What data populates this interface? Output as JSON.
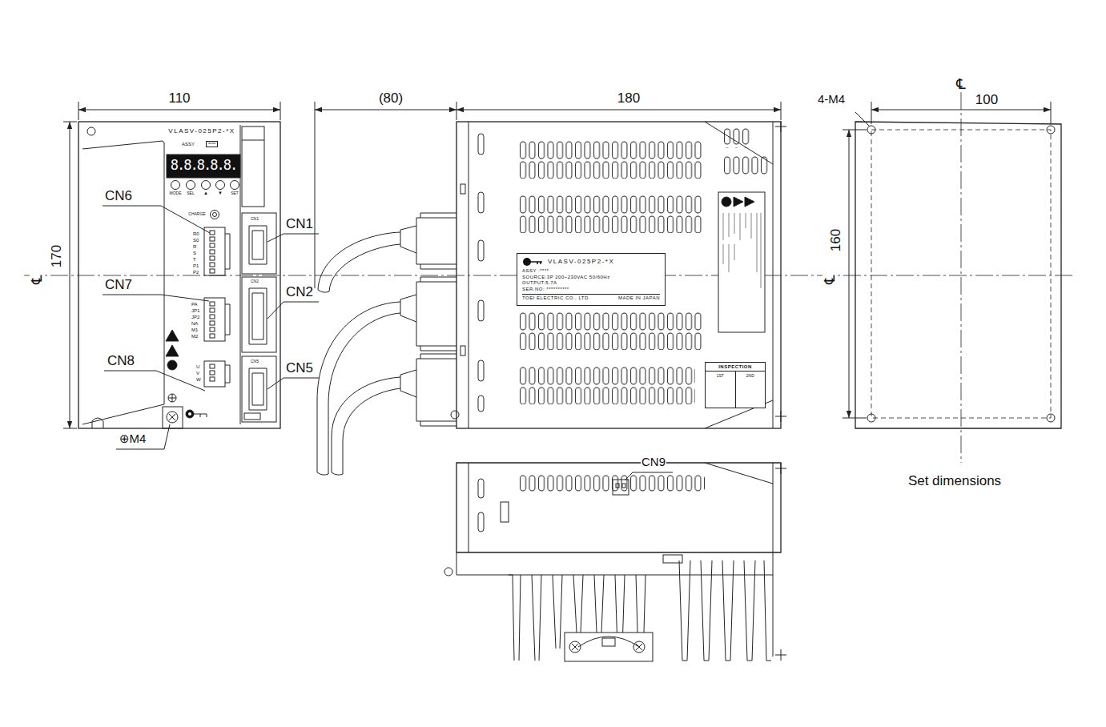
{
  "diagram": {
    "nodes": [
      {
        "text": [
          "VLASV-025P2-*X",
          "ASSY :****",
          "SOURCE:3P 200~230VAC 50/60Hz",
          "OUTPUT:5.7A",
          "SER.NO: **********",
          "TOEI ELECTRIC CO., LTD.",
          "MADE IN JAPAN"
        ]
      },
      {
        "text": [
          "INSPECTION",
          "1ST",
          "2ND"
        ]
      }
    ],
    "labels": [
      "110",
      "(80)",
      "180",
      "100",
      "4-M4",
      "170",
      "160",
      "℄",
      "℄",
      "℄",
      "CN6",
      "CN7",
      "CN8",
      "CN1",
      "CN2",
      "CN5",
      "⊕M4",
      "CN9",
      "Set dimensions",
      "VLASV-025P2-*X",
      "ASSY",
      "****",
      "MODE",
      "SEL",
      "▲",
      "▼",
      "SET",
      "CHARGE",
      "CN1",
      "CN2",
      "CN5",
      "R0",
      "S0",
      "R",
      "S",
      "T",
      "P1",
      "P2",
      "PA",
      "JP1",
      "JP2",
      "NA",
      "M1",
      "M2",
      "U",
      "V",
      "W",
      "8.8.8.8.8."
    ]
  }
}
